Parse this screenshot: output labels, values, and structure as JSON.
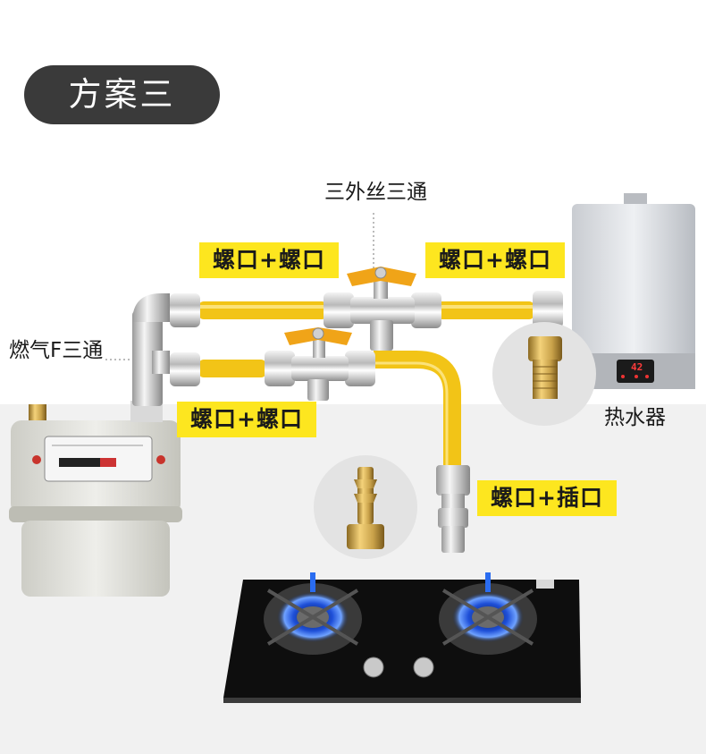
{
  "title": "方案三",
  "labels": {
    "tee_valve": "三外丝三通",
    "gas_tee": "燃气F三通",
    "top_left": "螺口+螺口",
    "top_right": "螺口+螺口",
    "bottom_left": "螺口+螺口",
    "stove_link": "螺口+插口",
    "heater": "热水器"
  },
  "heater_display": "42",
  "colors": {
    "hose": "#f2c417",
    "tag": "#fde61f",
    "title_bg": "#3a3a3a",
    "valve_handle": "#f0a418",
    "brass": "#c9a24a",
    "flame": "#2a6cf0"
  },
  "icons": [
    "gas-meter-icon",
    "f-tee-fitting-icon",
    "ball-valve-icon",
    "water-heater-icon",
    "brass-adapter-icon",
    "hose-barb-icon",
    "quick-connector-icon",
    "gas-stove-icon",
    "burner-flame-icon"
  ]
}
